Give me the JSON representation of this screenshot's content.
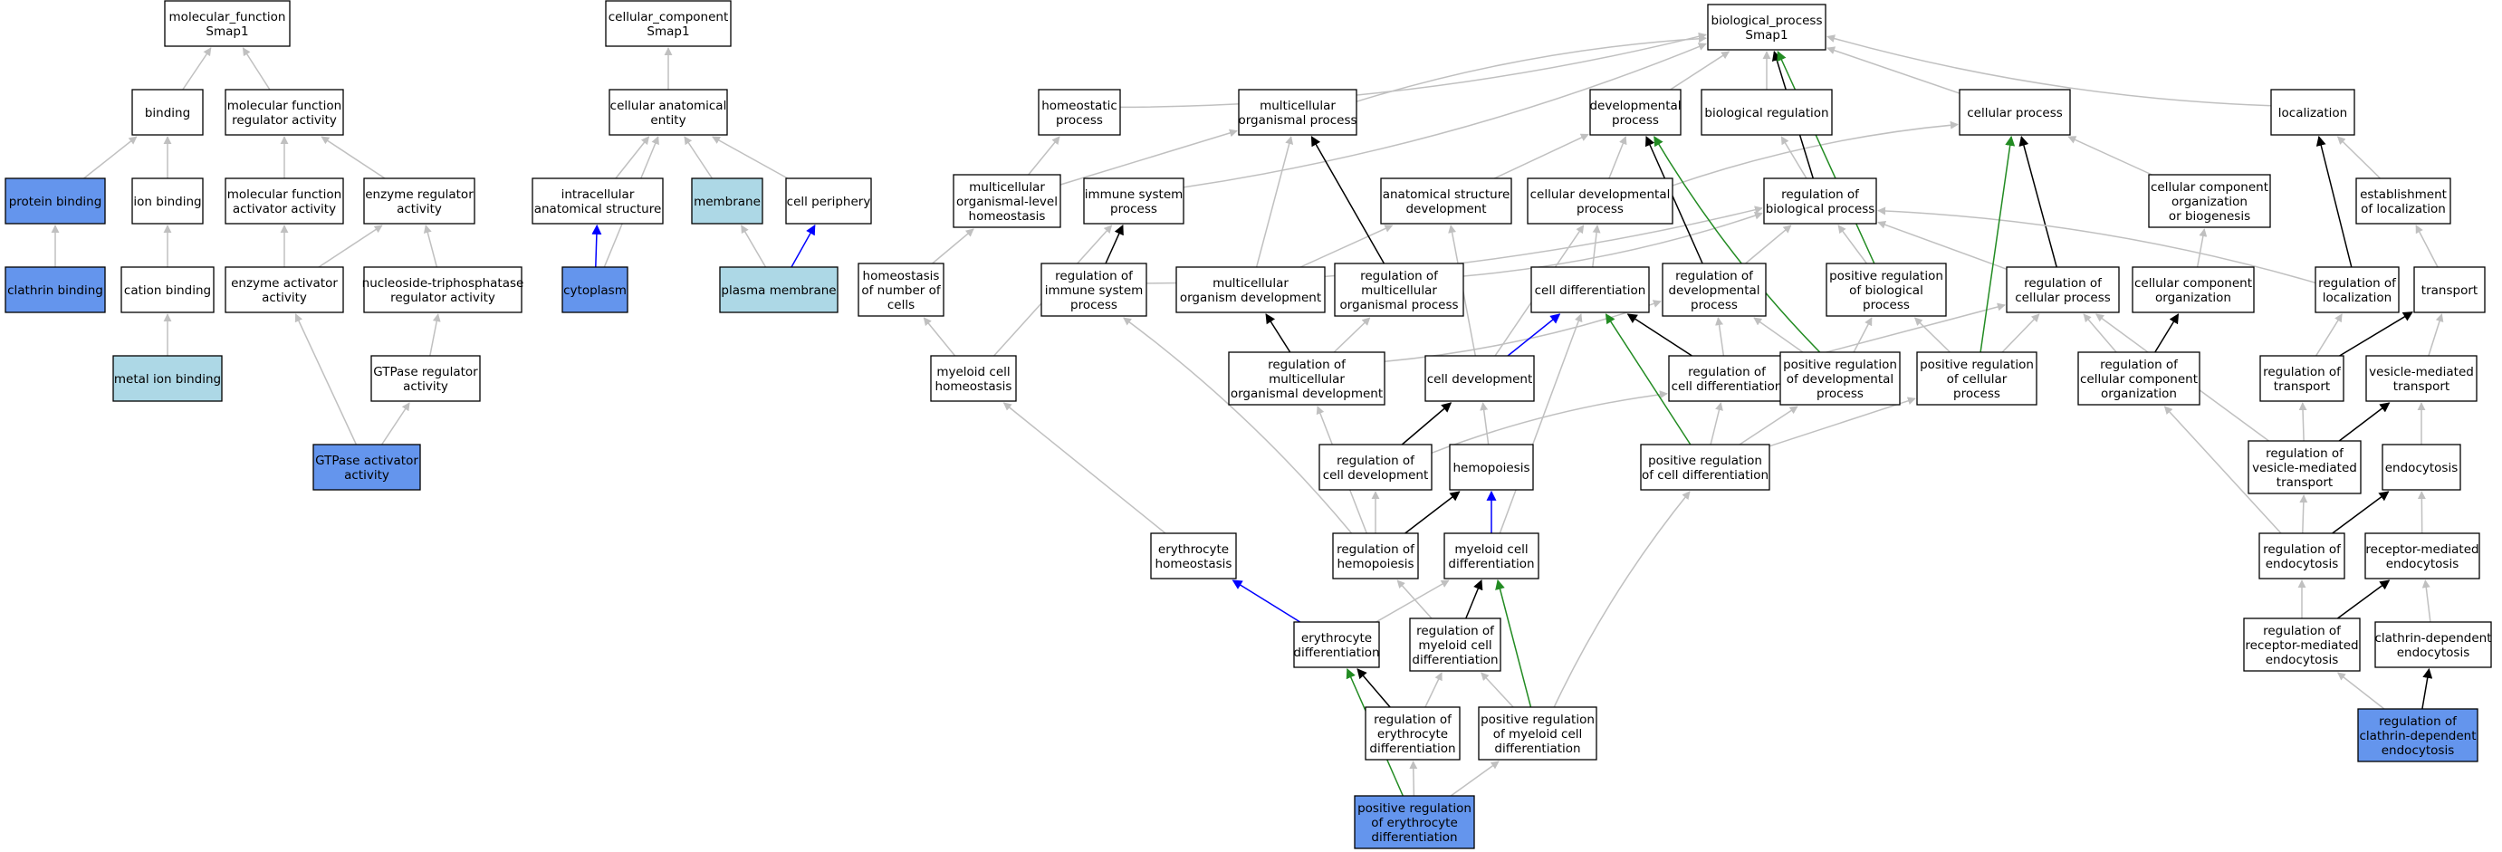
{
  "colors": {
    "plain": "#ffffff",
    "highlight": "#6495ed",
    "light": "#add8e6",
    "edge_is_a": "#c0c0c0",
    "edge_part_of": "#000000",
    "edge_regulates": "#000000",
    "edge_positively_regulates": "#228b22",
    "edge_blue": "#0000ff"
  },
  "nodes": [
    {
      "id": "mf",
      "lines": [
        "molecular_function",
        "Smap1"
      ]
    },
    {
      "id": "binding",
      "lines": [
        "binding"
      ]
    },
    {
      "id": "mfra",
      "lines": [
        "molecular function",
        "regulator activity"
      ]
    },
    {
      "id": "protbind",
      "lines": [
        "protein binding"
      ],
      "fill": "highlight"
    },
    {
      "id": "ionbind",
      "lines": [
        "ion binding"
      ]
    },
    {
      "id": "mfaa",
      "lines": [
        "molecular function",
        "activator activity"
      ]
    },
    {
      "id": "enzreg",
      "lines": [
        "enzyme regulator",
        "activity"
      ]
    },
    {
      "id": "clathbind",
      "lines": [
        "clathrin binding"
      ],
      "fill": "highlight"
    },
    {
      "id": "cationbind",
      "lines": [
        "cation binding"
      ]
    },
    {
      "id": "enzact",
      "lines": [
        "enzyme activator",
        "activity"
      ]
    },
    {
      "id": "ntpreg",
      "lines": [
        "nucleoside-triphosphatase",
        "regulator activity"
      ]
    },
    {
      "id": "metalbind",
      "lines": [
        "metal ion binding"
      ],
      "fill": "light"
    },
    {
      "id": "gtpreg",
      "lines": [
        "GTPase regulator",
        "activity"
      ]
    },
    {
      "id": "gtpact",
      "lines": [
        "GTPase activator",
        "activity"
      ],
      "fill": "highlight"
    },
    {
      "id": "cc",
      "lines": [
        "cellular_component",
        "Smap1"
      ]
    },
    {
      "id": "cae",
      "lines": [
        "cellular anatomical",
        "entity"
      ]
    },
    {
      "id": "ias",
      "lines": [
        "intracellular",
        "anatomical structure"
      ]
    },
    {
      "id": "membrane",
      "lines": [
        "membrane"
      ],
      "fill": "light"
    },
    {
      "id": "cellper",
      "lines": [
        "cell periphery"
      ]
    },
    {
      "id": "cytoplasm",
      "lines": [
        "cytoplasm"
      ],
      "fill": "highlight"
    },
    {
      "id": "plasmamem",
      "lines": [
        "plasma membrane"
      ],
      "fill": "light"
    },
    {
      "id": "bp",
      "lines": [
        "biological_process",
        "Smap1"
      ]
    },
    {
      "id": "homeoproc",
      "lines": [
        "homeostatic",
        "process"
      ]
    },
    {
      "id": "multiproc",
      "lines": [
        "multicellular",
        "organismal process"
      ]
    },
    {
      "id": "devproc",
      "lines": [
        "developmental",
        "process"
      ]
    },
    {
      "id": "bioreg",
      "lines": [
        "biological regulation"
      ]
    },
    {
      "id": "cellproc",
      "lines": [
        "cellular process"
      ]
    },
    {
      "id": "localization",
      "lines": [
        "localization"
      ]
    },
    {
      "id": "mlhomeo",
      "lines": [
        "multicellular",
        "organismal-level",
        "homeostasis"
      ]
    },
    {
      "id": "immsys",
      "lines": [
        "immune system",
        "process"
      ]
    },
    {
      "id": "anatdev",
      "lines": [
        "anatomical structure",
        "development"
      ]
    },
    {
      "id": "celldevproc",
      "lines": [
        "cellular developmental",
        "process"
      ]
    },
    {
      "id": "regbio",
      "lines": [
        "regulation of",
        "biological process"
      ]
    },
    {
      "id": "ccorg",
      "lines": [
        "cellular component",
        "organization",
        "or biogenesis"
      ]
    },
    {
      "id": "estloc",
      "lines": [
        "establishment",
        "of localization"
      ]
    },
    {
      "id": "homeonum",
      "lines": [
        "homeostasis",
        "of number of",
        "cells"
      ]
    },
    {
      "id": "regimm",
      "lines": [
        "regulation of",
        "immune system",
        "process"
      ]
    },
    {
      "id": "multidev",
      "lines": [
        "multicellular",
        "organism development"
      ]
    },
    {
      "id": "regmulti",
      "lines": [
        "regulation of",
        "multicellular",
        "organismal process"
      ]
    },
    {
      "id": "celldiff",
      "lines": [
        "cell differentiation"
      ]
    },
    {
      "id": "regdev",
      "lines": [
        "regulation of",
        "developmental",
        "process"
      ]
    },
    {
      "id": "posregbio",
      "lines": [
        "positive regulation",
        "of biological",
        "process"
      ]
    },
    {
      "id": "regcell",
      "lines": [
        "regulation of",
        "cellular process"
      ]
    },
    {
      "id": "ccorg2",
      "lines": [
        "cellular component",
        "organization"
      ]
    },
    {
      "id": "regloc",
      "lines": [
        "regulation of",
        "localization"
      ]
    },
    {
      "id": "transport",
      "lines": [
        "transport"
      ]
    },
    {
      "id": "mchomeo",
      "lines": [
        "myeloid cell",
        "homeostasis"
      ]
    },
    {
      "id": "regmultidev",
      "lines": [
        "regulation of",
        "multicellular",
        "organismal development"
      ]
    },
    {
      "id": "celldev",
      "lines": [
        "cell development"
      ]
    },
    {
      "id": "regcelldiff",
      "lines": [
        "regulation of",
        "cell differentiation"
      ]
    },
    {
      "id": "posregdev",
      "lines": [
        "positive regulation",
        "of developmental",
        "process"
      ]
    },
    {
      "id": "posregcell",
      "lines": [
        "positive regulation",
        "of cellular",
        "process"
      ]
    },
    {
      "id": "regccorg",
      "lines": [
        "regulation of",
        "cellular component",
        "organization"
      ]
    },
    {
      "id": "regtrans",
      "lines": [
        "regulation of",
        "transport"
      ]
    },
    {
      "id": "vmt",
      "lines": [
        "vesicle-mediated",
        "transport"
      ]
    },
    {
      "id": "regcelldev",
      "lines": [
        "regulation of",
        "cell development"
      ]
    },
    {
      "id": "hemopoiesis",
      "lines": [
        "hemopoiesis"
      ]
    },
    {
      "id": "posregcelldiff",
      "lines": [
        "positive regulation",
        "of cell differentiation"
      ]
    },
    {
      "id": "regvmt",
      "lines": [
        "regulation of",
        "vesicle-mediated",
        "transport"
      ]
    },
    {
      "id": "endocytosis",
      "lines": [
        "endocytosis"
      ]
    },
    {
      "id": "erythhomeo",
      "lines": [
        "erythrocyte",
        "homeostasis"
      ]
    },
    {
      "id": "reghemo",
      "lines": [
        "regulation of",
        "hemopoiesis"
      ]
    },
    {
      "id": "mcdiff",
      "lines": [
        "myeloid cell",
        "differentiation"
      ]
    },
    {
      "id": "regendo",
      "lines": [
        "regulation of",
        "endocytosis"
      ]
    },
    {
      "id": "rme",
      "lines": [
        "receptor-mediated",
        "endocytosis"
      ]
    },
    {
      "id": "erythdiff",
      "lines": [
        "erythrocyte",
        "differentiation"
      ]
    },
    {
      "id": "regmcdiff",
      "lines": [
        "regulation of",
        "myeloid cell",
        "differentiation"
      ]
    },
    {
      "id": "regrme",
      "lines": [
        "regulation of",
        "receptor-mediated",
        "endocytosis"
      ]
    },
    {
      "id": "cde",
      "lines": [
        "clathrin-dependent",
        "endocytosis"
      ]
    },
    {
      "id": "regerythdiff",
      "lines": [
        "regulation of",
        "erythrocyte",
        "differentiation"
      ]
    },
    {
      "id": "posregmcdiff",
      "lines": [
        "positive regulation",
        "of myeloid cell",
        "differentiation"
      ]
    },
    {
      "id": "regcde",
      "lines": [
        "regulation of",
        "clathrin-dependent",
        "endocytosis"
      ],
      "fill": "highlight"
    },
    {
      "id": "posregerythdiff",
      "lines": [
        "positive regulation",
        "of erythrocyte",
        "differentiation"
      ],
      "fill": "highlight"
    }
  ],
  "edges": [
    {
      "from": "binding",
      "to": "mf",
      "type": "edge_is_a"
    },
    {
      "from": "mfra",
      "to": "mf",
      "type": "edge_is_a"
    },
    {
      "from": "protbind",
      "to": "binding",
      "type": "edge_is_a"
    },
    {
      "from": "ionbind",
      "to": "binding",
      "type": "edge_is_a"
    },
    {
      "from": "mfaa",
      "to": "mfra",
      "type": "edge_is_a"
    },
    {
      "from": "enzreg",
      "to": "mfra",
      "type": "edge_is_a"
    },
    {
      "from": "clathbind",
      "to": "protbind",
      "type": "edge_is_a"
    },
    {
      "from": "cationbind",
      "to": "ionbind",
      "type": "edge_is_a"
    },
    {
      "from": "enzact",
      "to": "mfaa",
      "type": "edge_is_a"
    },
    {
      "from": "enzact",
      "to": "enzreg",
      "type": "edge_is_a"
    },
    {
      "from": "ntpreg",
      "to": "enzreg",
      "type": "edge_is_a"
    },
    {
      "from": "metalbind",
      "to": "cationbind",
      "type": "edge_is_a"
    },
    {
      "from": "gtpreg",
      "to": "ntpreg",
      "type": "edge_is_a"
    },
    {
      "from": "gtpact",
      "to": "enzact",
      "type": "edge_is_a"
    },
    {
      "from": "gtpact",
      "to": "gtpreg",
      "type": "edge_is_a"
    },
    {
      "from": "cae",
      "to": "cc",
      "type": "edge_is_a"
    },
    {
      "from": "ias",
      "to": "cae",
      "type": "edge_is_a"
    },
    {
      "from": "membrane",
      "to": "cae",
      "type": "edge_is_a"
    },
    {
      "from": "cellper",
      "to": "cae",
      "type": "edge_is_a"
    },
    {
      "from": "cytoplasm",
      "to": "ias",
      "type": "edge_blue"
    },
    {
      "from": "cytoplasm",
      "to": "cae",
      "type": "edge_is_a"
    },
    {
      "from": "plasmamem",
      "to": "membrane",
      "type": "edge_is_a"
    },
    {
      "from": "plasmamem",
      "to": "cellper",
      "type": "edge_blue"
    },
    {
      "from": "homeoproc",
      "to": "bp",
      "type": "edge_is_a"
    },
    {
      "from": "multiproc",
      "to": "bp",
      "type": "edge_is_a"
    },
    {
      "from": "devproc",
      "to": "bp",
      "type": "edge_is_a"
    },
    {
      "from": "bioreg",
      "to": "bp",
      "type": "edge_is_a"
    },
    {
      "from": "cellproc",
      "to": "bp",
      "type": "edge_is_a"
    },
    {
      "from": "localization",
      "to": "bp",
      "type": "edge_is_a"
    },
    {
      "from": "immsys",
      "to": "bp",
      "type": "edge_is_a"
    },
    {
      "from": "mlhomeo",
      "to": "homeoproc",
      "type": "edge_is_a"
    },
    {
      "from": "mlhomeo",
      "to": "multiproc",
      "type": "edge_is_a"
    },
    {
      "from": "anatdev",
      "to": "devproc",
      "type": "edge_is_a"
    },
    {
      "from": "celldevproc",
      "to": "devproc",
      "type": "edge_is_a"
    },
    {
      "from": "celldevproc",
      "to": "cellproc",
      "type": "edge_is_a"
    },
    {
      "from": "regbio",
      "to": "bioreg",
      "type": "edge_is_a"
    },
    {
      "from": "regbio",
      "to": "bp",
      "type": "edge_regulates"
    },
    {
      "from": "ccorg",
      "to": "cellproc",
      "type": "edge_is_a"
    },
    {
      "from": "estloc",
      "to": "localization",
      "type": "edge_is_a"
    },
    {
      "from": "homeonum",
      "to": "mlhomeo",
      "type": "edge_is_a"
    },
    {
      "from": "regimm",
      "to": "immsys",
      "type": "edge_regulates"
    },
    {
      "from": "regimm",
      "to": "regbio",
      "type": "edge_is_a"
    },
    {
      "from": "multidev",
      "to": "multiproc",
      "type": "edge_is_a"
    },
    {
      "from": "multidev",
      "to": "anatdev",
      "type": "edge_is_a"
    },
    {
      "from": "regmulti",
      "to": "multiproc",
      "type": "edge_regulates"
    },
    {
      "from": "regmulti",
      "to": "regbio",
      "type": "edge_is_a"
    },
    {
      "from": "celldiff",
      "to": "celldevproc",
      "type": "edge_is_a"
    },
    {
      "from": "regdev",
      "to": "devproc",
      "type": "edge_regulates"
    },
    {
      "from": "regdev",
      "to": "regbio",
      "type": "edge_is_a"
    },
    {
      "from": "posregbio",
      "to": "regbio",
      "type": "edge_is_a"
    },
    {
      "from": "posregbio",
      "to": "bp",
      "type": "edge_positively_regulates"
    },
    {
      "from": "regcell",
      "to": "cellproc",
      "type": "edge_regulates"
    },
    {
      "from": "regcell",
      "to": "regbio",
      "type": "edge_is_a"
    },
    {
      "from": "ccorg2",
      "to": "ccorg",
      "type": "edge_is_a"
    },
    {
      "from": "regloc",
      "to": "localization",
      "type": "edge_regulates"
    },
    {
      "from": "regloc",
      "to": "regbio",
      "type": "edge_is_a"
    },
    {
      "from": "transport",
      "to": "estloc",
      "type": "edge_is_a"
    },
    {
      "from": "mchomeo",
      "to": "homeonum",
      "type": "edge_is_a"
    },
    {
      "from": "mchomeo",
      "to": "immsys",
      "type": "edge_is_a"
    },
    {
      "from": "regmultidev",
      "to": "multidev",
      "type": "edge_regulates"
    },
    {
      "from": "regmultidev",
      "to": "regmulti",
      "type": "edge_is_a"
    },
    {
      "from": "regmultidev",
      "to": "regdev",
      "type": "edge_is_a"
    },
    {
      "from": "celldev",
      "to": "celldiff",
      "type": "edge_blue"
    },
    {
      "from": "celldev",
      "to": "anatdev",
      "type": "edge_is_a"
    },
    {
      "from": "celldev",
      "to": "celldevproc",
      "type": "edge_is_a"
    },
    {
      "from": "regcelldiff",
      "to": "celldiff",
      "type": "edge_regulates"
    },
    {
      "from": "regcelldiff",
      "to": "regdev",
      "type": "edge_is_a"
    },
    {
      "from": "regcelldiff",
      "to": "regcell",
      "type": "edge_is_a"
    },
    {
      "from": "posregdev",
      "to": "devproc",
      "type": "edge_positively_regulates"
    },
    {
      "from": "posregdev",
      "to": "regdev",
      "type": "edge_is_a"
    },
    {
      "from": "posregdev",
      "to": "posregbio",
      "type": "edge_is_a"
    },
    {
      "from": "posregcell",
      "to": "cellproc",
      "type": "edge_positively_regulates"
    },
    {
      "from": "posregcell",
      "to": "regcell",
      "type": "edge_is_a"
    },
    {
      "from": "posregcell",
      "to": "posregbio",
      "type": "edge_is_a"
    },
    {
      "from": "regccorg",
      "to": "ccorg2",
      "type": "edge_regulates"
    },
    {
      "from": "regccorg",
      "to": "regcell",
      "type": "edge_is_a"
    },
    {
      "from": "regtrans",
      "to": "transport",
      "type": "edge_regulates"
    },
    {
      "from": "regtrans",
      "to": "regloc",
      "type": "edge_is_a"
    },
    {
      "from": "vmt",
      "to": "transport",
      "type": "edge_is_a"
    },
    {
      "from": "regcelldev",
      "to": "celldev",
      "type": "edge_regulates"
    },
    {
      "from": "regcelldev",
      "to": "regcelldiff",
      "type": "edge_is_a"
    },
    {
      "from": "hemopoiesis",
      "to": "celldev",
      "type": "edge_is_a"
    },
    {
      "from": "posregcelldiff",
      "to": "celldiff",
      "type": "edge_positively_regulates"
    },
    {
      "from": "posregcelldiff",
      "to": "regcelldiff",
      "type": "edge_is_a"
    },
    {
      "from": "posregcelldiff",
      "to": "posregdev",
      "type": "edge_is_a"
    },
    {
      "from": "posregcelldiff",
      "to": "posregcell",
      "type": "edge_is_a"
    },
    {
      "from": "regvmt",
      "to": "vmt",
      "type": "edge_regulates"
    },
    {
      "from": "regvmt",
      "to": "regtrans",
      "type": "edge_is_a"
    },
    {
      "from": "regvmt",
      "to": "regcell",
      "type": "edge_is_a"
    },
    {
      "from": "endocytosis",
      "to": "vmt",
      "type": "edge_is_a"
    },
    {
      "from": "erythhomeo",
      "to": "mchomeo",
      "type": "edge_is_a"
    },
    {
      "from": "reghemo",
      "to": "hemopoiesis",
      "type": "edge_regulates"
    },
    {
      "from": "reghemo",
      "to": "regcelldev",
      "type": "edge_is_a"
    },
    {
      "from": "reghemo",
      "to": "regimm",
      "type": "edge_is_a"
    },
    {
      "from": "reghemo",
      "to": "regmultidev",
      "type": "edge_is_a"
    },
    {
      "from": "mcdiff",
      "to": "hemopoiesis",
      "type": "edge_blue"
    },
    {
      "from": "mcdiff",
      "to": "celldiff",
      "type": "edge_is_a"
    },
    {
      "from": "regendo",
      "to": "endocytosis",
      "type": "edge_regulates"
    },
    {
      "from": "regendo",
      "to": "regvmt",
      "type": "edge_is_a"
    },
    {
      "from": "regendo",
      "to": "regccorg",
      "type": "edge_is_a"
    },
    {
      "from": "rme",
      "to": "endocytosis",
      "type": "edge_is_a"
    },
    {
      "from": "erythdiff",
      "to": "erythhomeo",
      "type": "edge_blue"
    },
    {
      "from": "erythdiff",
      "to": "mcdiff",
      "type": "edge_is_a"
    },
    {
      "from": "regmcdiff",
      "to": "mcdiff",
      "type": "edge_regulates"
    },
    {
      "from": "regmcdiff",
      "to": "reghemo",
      "type": "edge_is_a"
    },
    {
      "from": "regrme",
      "to": "rme",
      "type": "edge_regulates"
    },
    {
      "from": "regrme",
      "to": "regendo",
      "type": "edge_is_a"
    },
    {
      "from": "cde",
      "to": "rme",
      "type": "edge_is_a"
    },
    {
      "from": "regerythdiff",
      "to": "erythdiff",
      "type": "edge_regulates"
    },
    {
      "from": "regerythdiff",
      "to": "regmcdiff",
      "type": "edge_is_a"
    },
    {
      "from": "posregmcdiff",
      "to": "mcdiff",
      "type": "edge_positively_regulates"
    },
    {
      "from": "posregmcdiff",
      "to": "regmcdiff",
      "type": "edge_is_a"
    },
    {
      "from": "posregmcdiff",
      "to": "posregcelldiff",
      "type": "edge_is_a"
    },
    {
      "from": "regcde",
      "to": "cde",
      "type": "edge_regulates"
    },
    {
      "from": "regcde",
      "to": "regrme",
      "type": "edge_is_a"
    },
    {
      "from": "posregerythdiff",
      "to": "erythdiff",
      "type": "edge_positively_regulates"
    },
    {
      "from": "posregerythdiff",
      "to": "regerythdiff",
      "type": "edge_is_a"
    },
    {
      "from": "posregerythdiff",
      "to": "posregmcdiff",
      "type": "edge_is_a"
    }
  ]
}
